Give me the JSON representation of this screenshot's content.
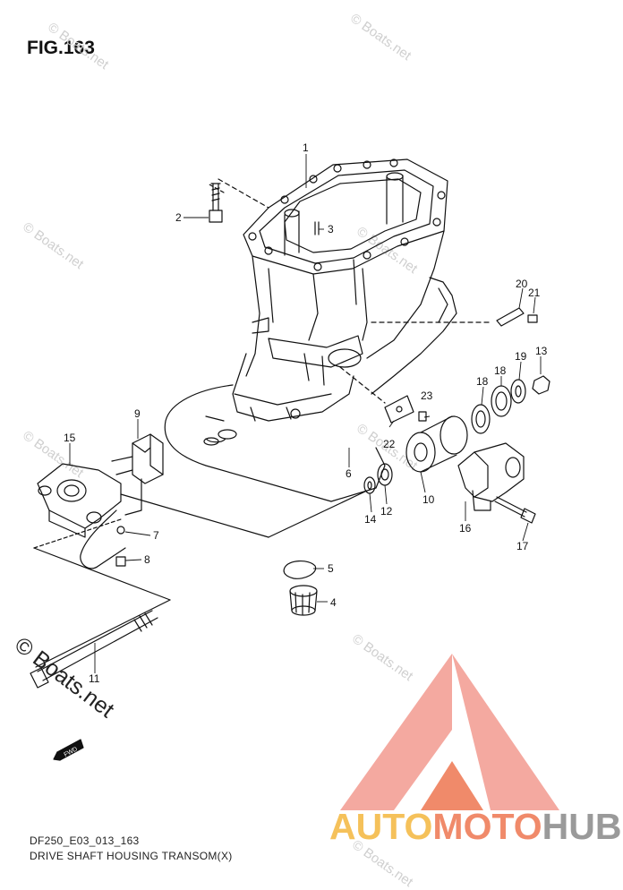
{
  "figure": {
    "title": "FIG.163",
    "code": "DF250_E03_013_163",
    "caption": "DRIVE SHAFT HOUSING TRANSOM(X)"
  },
  "watermark": {
    "text": "© Boats.net",
    "color": "#cfcfcf"
  },
  "brand": {
    "part1": "AUTO",
    "part2": "MOTO",
    "part3": "HUB",
    "colors": [
      "#f5c15a",
      "#f08a6a",
      "#9a9a9a"
    ]
  },
  "fwd_icon": "FWD",
  "callouts": [
    "1",
    "2",
    "3",
    "4",
    "5",
    "6",
    "7",
    "8",
    "9",
    "10",
    "11",
    "12",
    "13",
    "14",
    "15",
    "16",
    "17",
    "18",
    "19",
    "20",
    "21",
    "22",
    "23"
  ]
}
